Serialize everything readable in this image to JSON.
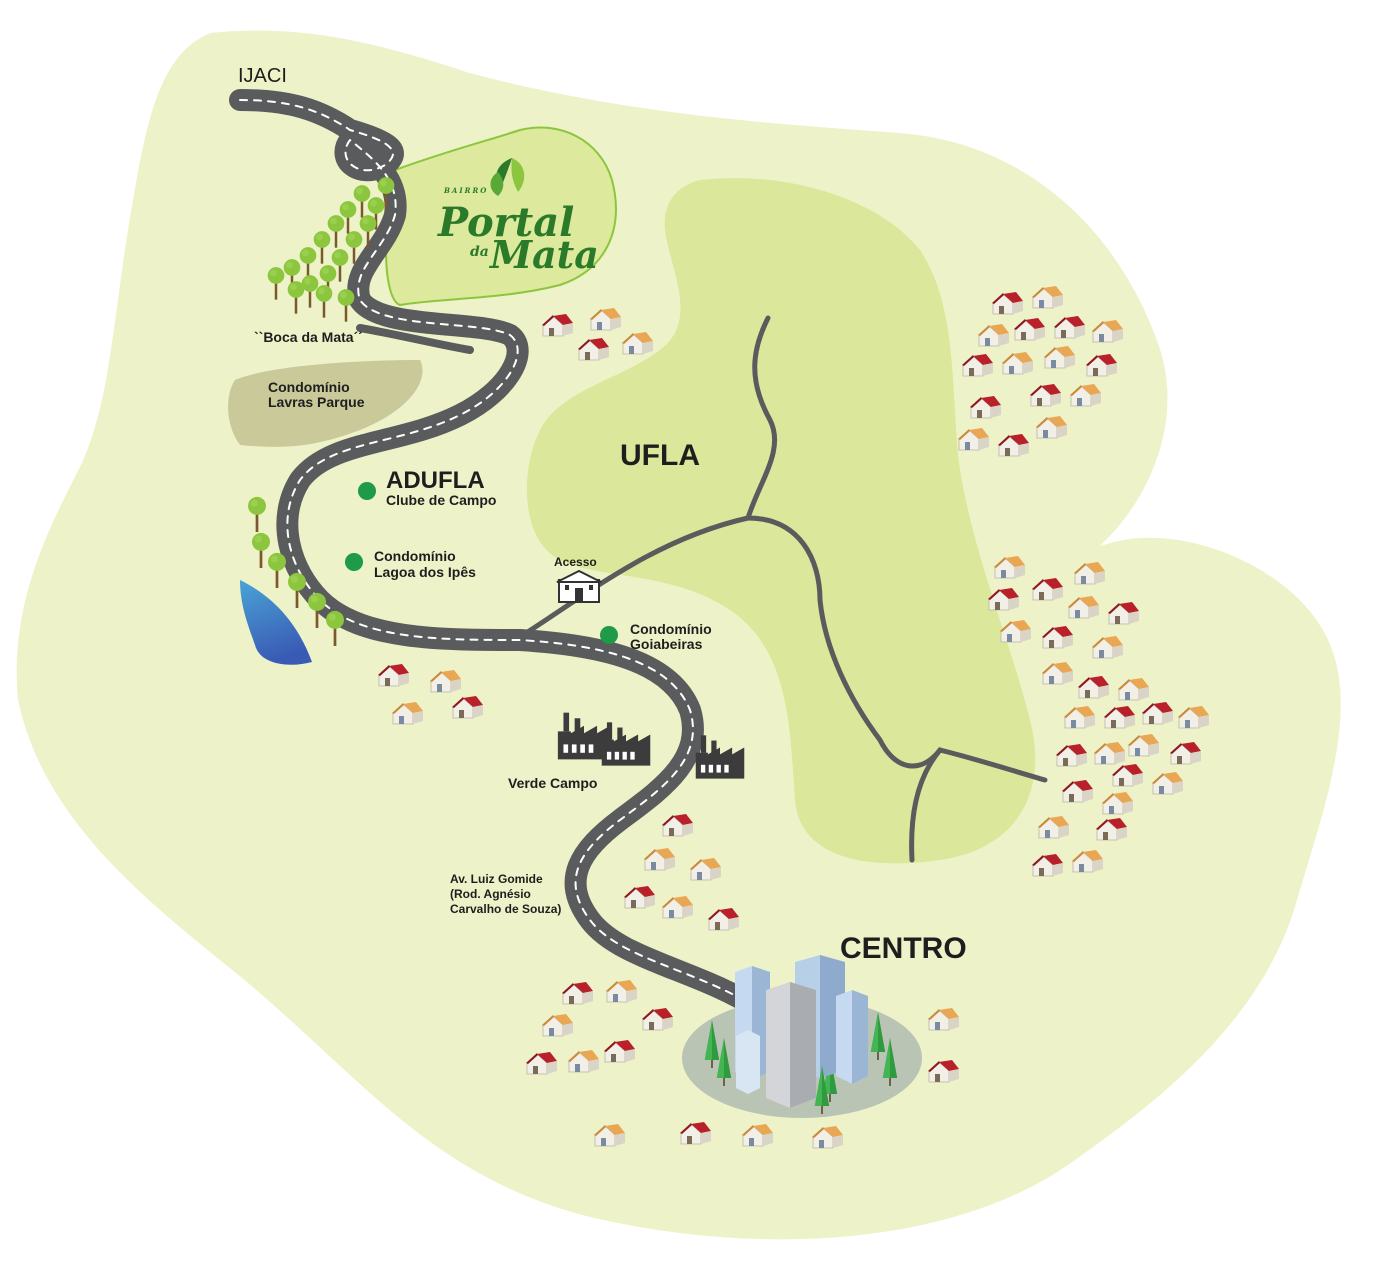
{
  "colors": {
    "land": "#eef2c8",
    "land_border": "#ffffff",
    "ufla_zone": "#dbe79b",
    "portal_zone": "#dde99c",
    "condo_zone": "#c9c99a",
    "road": "#5a5b5d",
    "road_dash": "#ffffff",
    "lake_top": "#4aa3d6",
    "lake_bottom": "#3a5bb5",
    "tree": "#8cc63f",
    "trunk": "#7a5a2c",
    "marker": "#1e9a48",
    "roof_red": "#b8202a",
    "roof_tan": "#e9a753",
    "factory": "#3c3c3c",
    "logo_green": "#2a7a2a",
    "centro_base": "#b9c4b5"
  },
  "labels": {
    "ijaci": "IJACI",
    "boca_da_mata": "``Boca da Mata´´",
    "condo_lavras_1": "Condomínio",
    "condo_lavras_2": "Lavras Parque",
    "adufla": "ADUFLA",
    "adufla_sub": "Clube de Campo",
    "condo_lagoa_1": "Condomínio",
    "condo_lagoa_2": "Lagoa dos Ipês",
    "acesso": "Acesso",
    "condo_goiabeiras_1": "Condomínio",
    "condo_goiabeiras_2": "Goiabeiras",
    "ufla": "UFLA",
    "verde_campo": "Verde Campo",
    "avenida_1": "Av. Luiz Gomide",
    "avenida_2": "(Rod. Agnésio",
    "avenida_3": "Carvalho de Souza)",
    "centro": "CENTRO"
  },
  "logo": {
    "bairro": "BAIRRO",
    "portal": "Portal",
    "da": "da",
    "mata": "Mata"
  },
  "icons": {
    "access": "building-icon",
    "factories": "factory-icon",
    "markers": "location-dot-icon",
    "houses": "house-icon",
    "trees": "tree-icon",
    "city": "skyscraper-icon"
  }
}
